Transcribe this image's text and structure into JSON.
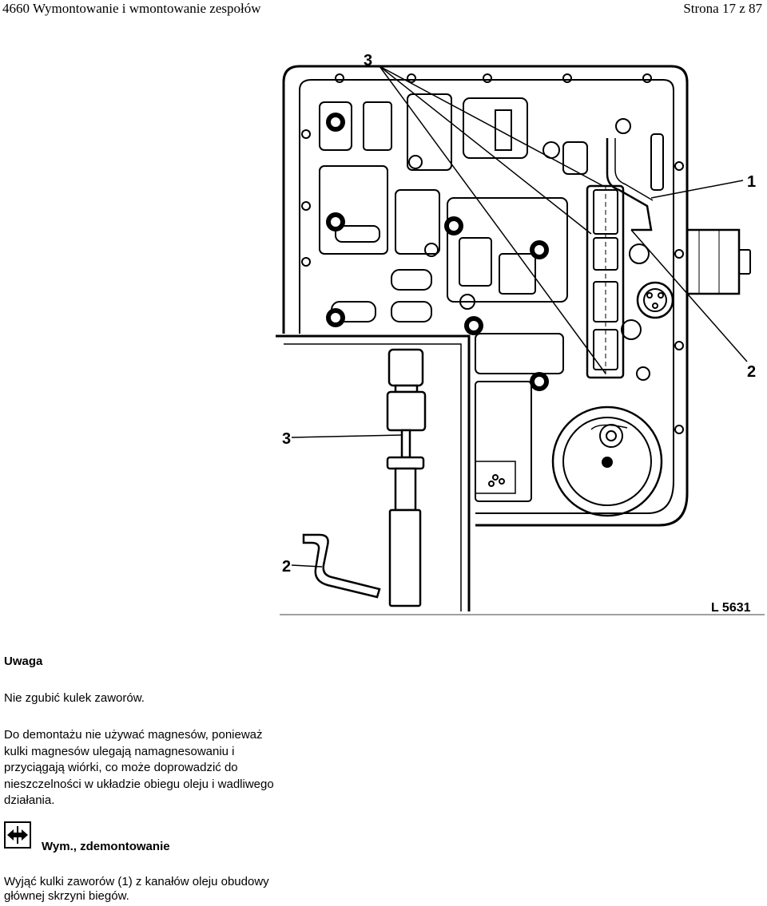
{
  "header": {
    "left": "4660 Wymontowanie i wmontowanie zespołów",
    "right": "Strona 17 z 87"
  },
  "figure": {
    "callouts": [
      "3",
      "1",
      "2",
      "3",
      "2"
    ],
    "code": "L 5631",
    "colors": {
      "ink": "#000000",
      "paper": "#ffffff"
    }
  },
  "note": {
    "title": "Uwaga",
    "line1": "Nie zgubić kulek zaworów.",
    "paragraph": "Do demontażu nie używać magnesów, ponieważ kulki magnesów ulegają namagnesowaniu i przyciągają wiórki, co może doprowadzić do nieszczelności w układzie obiegu oleju i wadliwego działania."
  },
  "operation": {
    "icon": "remove-install-arrows-icon",
    "title": "Wym., zdemontowanie",
    "text": "Wyjąć kulki zaworów (1) z kanałów oleju obudowy głównej skrzyni biegów."
  }
}
